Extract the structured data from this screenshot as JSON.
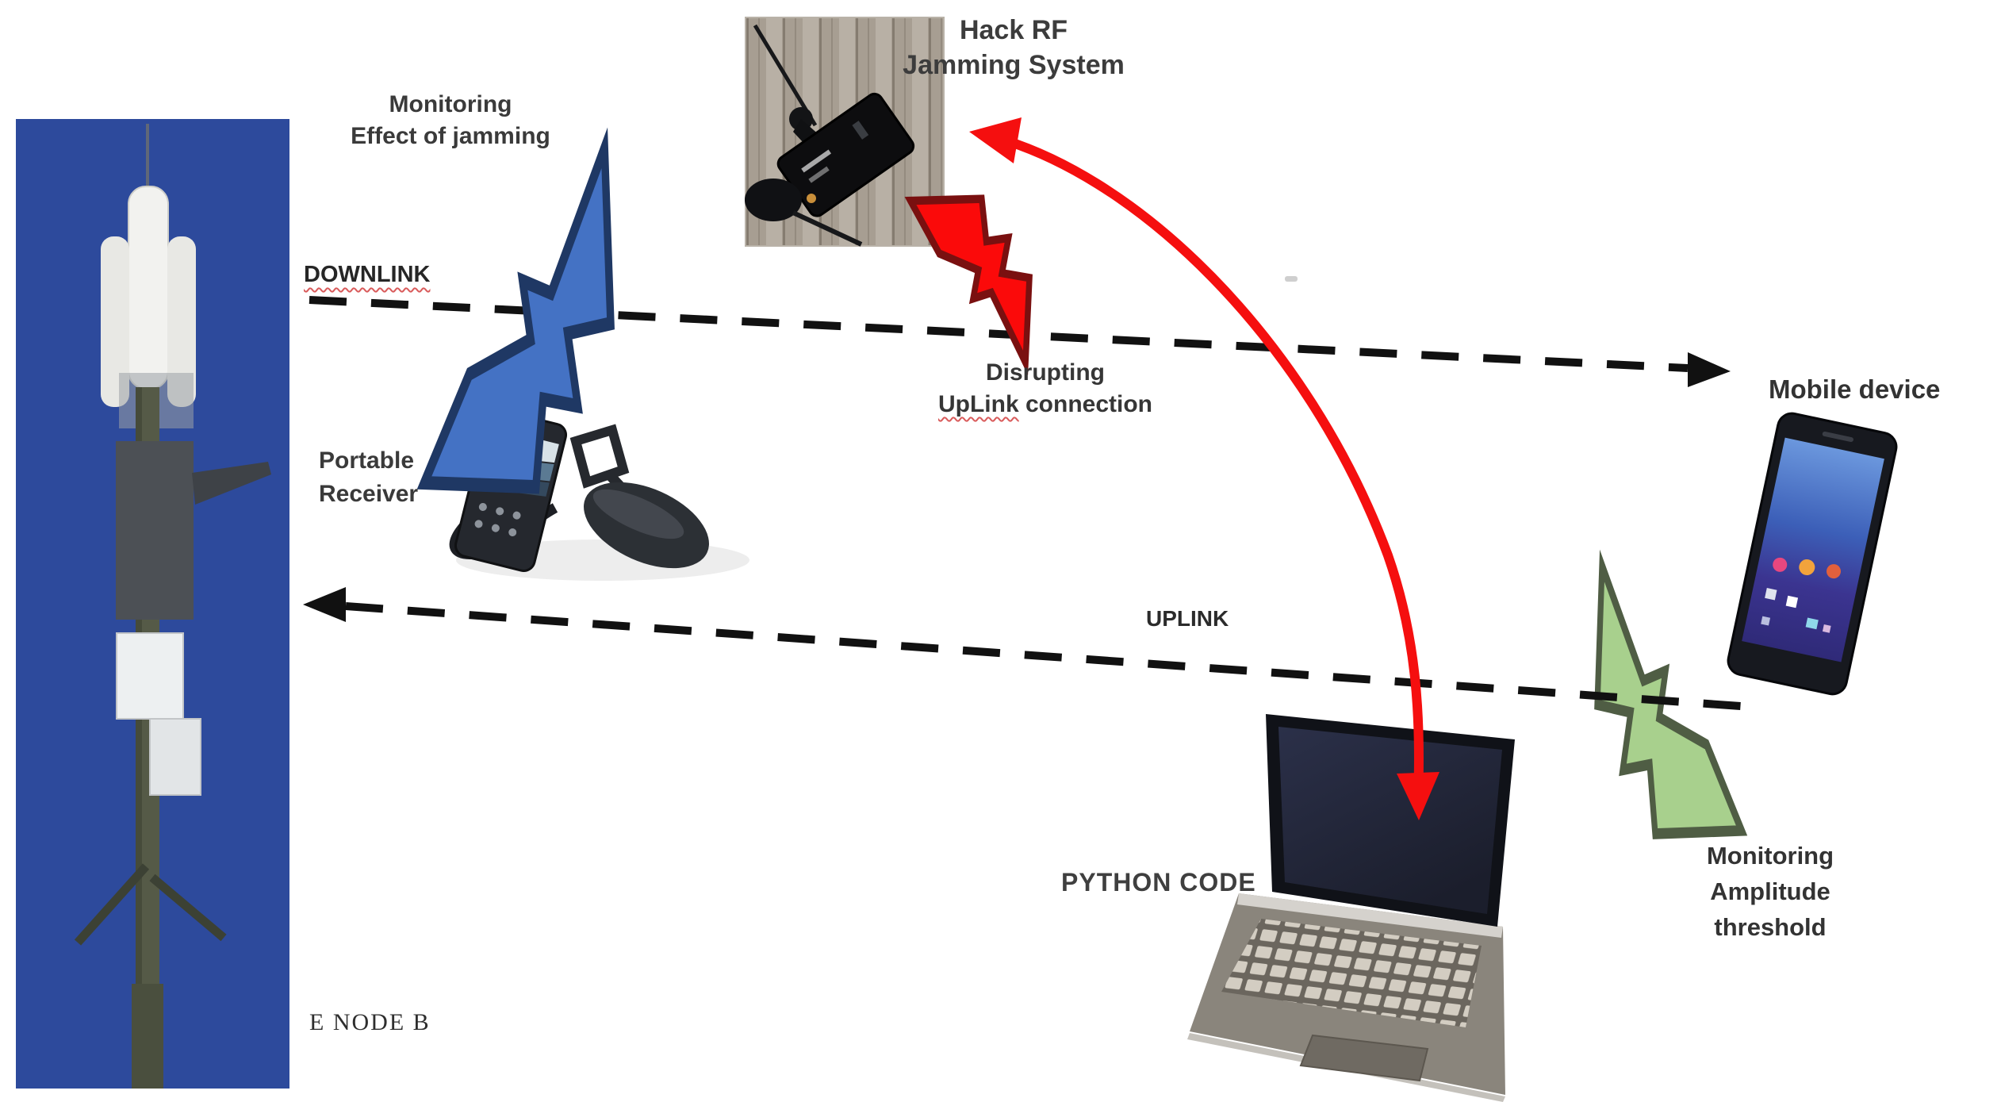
{
  "diagram": {
    "title": "Jamming system experimental setup",
    "labels": {
      "monitoring_effect": {
        "line1": "Monitoring",
        "line2": "Effect of jamming"
      },
      "downlink": "DOWNLINK",
      "hackrf": {
        "line1": "Hack RF",
        "line2": "Jamming System"
      },
      "disrupting": {
        "line1": "Disrupting",
        "uplink_word": "UpLink",
        "connection_word": " connection"
      },
      "portable": {
        "line1": "Portable",
        "line2": "Receiver"
      },
      "uplink": "UPLINK",
      "mobile_device": "Mobile device",
      "python_code": "PYTHON CODE",
      "monitoring_amplitude": {
        "line1": "Monitoring",
        "line2": "Amplitude",
        "line3": "threshold"
      },
      "enodeb": "E NODE B"
    },
    "icons": {
      "blue_bolt": "lightning-bolt",
      "red_bolt": "lightning-bolt",
      "green_bolt": "lightning-bolt",
      "downlink_arrow": "dashed-arrow-right",
      "uplink_arrow": "dashed-arrow-left",
      "red_curve": "curved-double-arrow"
    },
    "colors": {
      "bolt_blue": "#4472c4",
      "bolt_blue_edge": "#1f3864",
      "bolt_red": "#fb0a0a",
      "bolt_red_edge": "#7a1010",
      "bolt_green": "#a8d08d",
      "bolt_green_edge": "#4f5d44",
      "arrow_red": "#f50f0f",
      "dash_black": "#111111",
      "sky_blue": "#2d4a9c"
    }
  }
}
